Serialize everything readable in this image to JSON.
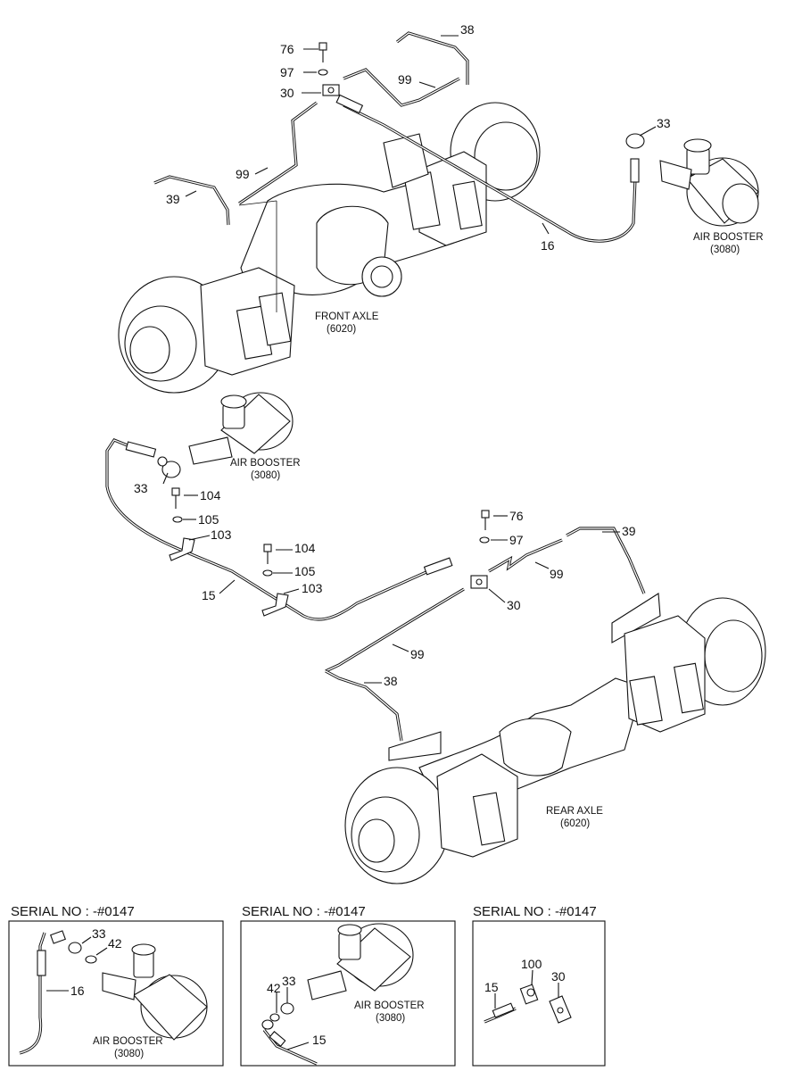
{
  "labels": {
    "front_axle": "FRONT AXLE",
    "front_axle_code": "(6020)",
    "rear_axle": "REAR AXLE",
    "rear_axle_code": "(6020)",
    "air_booster": "AIR BOOSTER",
    "air_booster_code": "(3080)"
  },
  "callouts": {
    "p15": "15",
    "p16": "16",
    "p30": "30",
    "p33": "33",
    "p38": "38",
    "p39": "39",
    "p42": "42",
    "p76": "76",
    "p97": "97",
    "p99": "99",
    "p100": "100",
    "p103": "103",
    "p104": "104",
    "p105": "105"
  },
  "insets": [
    {
      "header": "SERIAL NO : -#0147"
    },
    {
      "header": "SERIAL NO : -#0147"
    },
    {
      "header": "SERIAL NO : -#0147"
    }
  ]
}
